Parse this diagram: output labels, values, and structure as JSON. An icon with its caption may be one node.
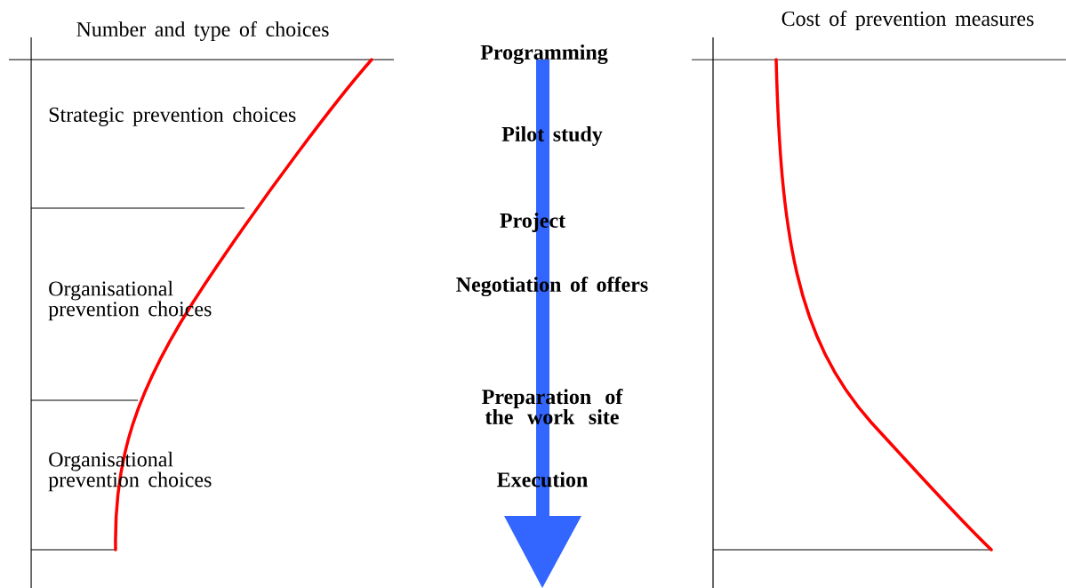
{
  "diagram": {
    "labels": [
      "Number and type of choices",
      "Strategic prevention choices",
      "Organisational prevention choices",
      "Organisational prevention choices",
      "Programming",
      "Pilot study",
      "Project",
      "Negotiation of offers",
      "Preparation of the work site",
      "Execution",
      "Cost of prevention measures"
    ]
  }
}
